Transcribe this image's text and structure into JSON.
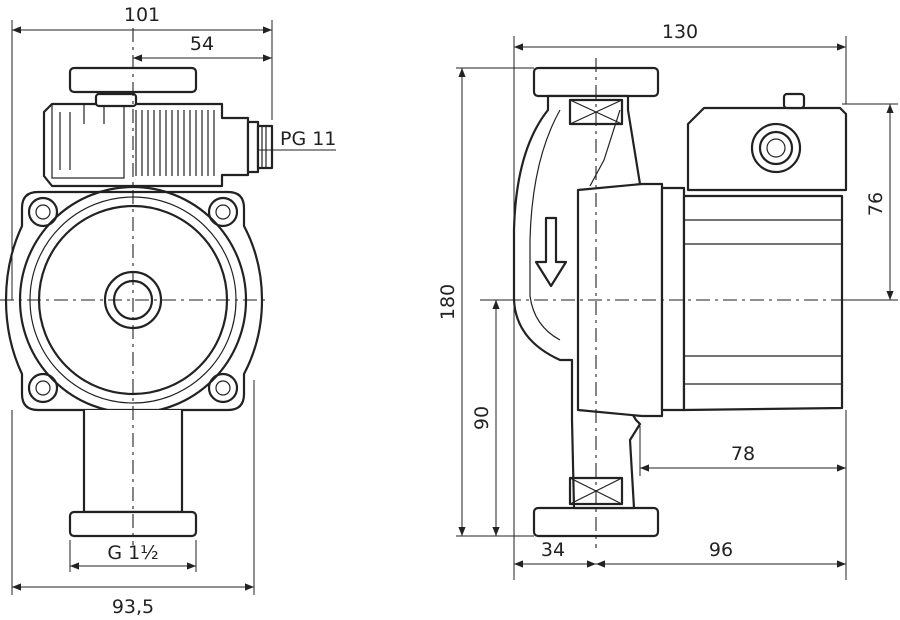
{
  "front_view": {
    "dim_overall_width": "101",
    "dim_to_axis": "54",
    "cable_gland": "PG 11",
    "thread": "G 1½",
    "dim_body_width": "93,5"
  },
  "side_view": {
    "dim_overall_length": "130",
    "dim_height": "180",
    "dim_half_height": "90",
    "dim_box_height": "76",
    "dim_motor_length": "78",
    "dim_flange_offset": "34",
    "dim_to_end": "96"
  }
}
